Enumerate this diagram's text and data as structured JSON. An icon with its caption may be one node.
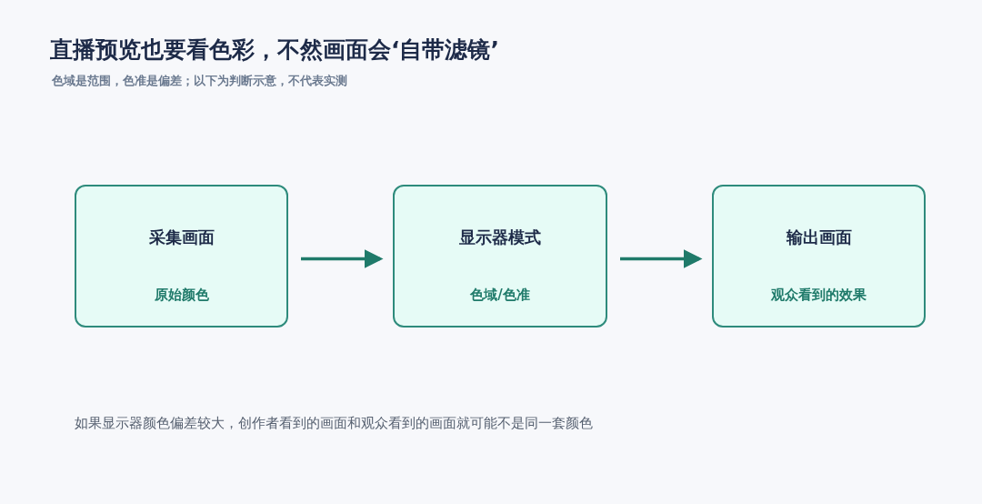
{
  "diagram": {
    "title": "直播预览也要看色彩，不然画面会‘自带滤镜’",
    "nodes": [
      {
        "text": [
          "采集画面",
          "原始颜色"
        ]
      },
      {
        "text": [
          "显示器模式",
          "色域/色准"
        ]
      },
      {
        "text": [
          "输出画面",
          "观众看到的效果"
        ]
      }
    ],
    "edges": [
      {
        "from": 0,
        "to": 1,
        "arrow": "to"
      },
      {
        "from": 1,
        "to": 2,
        "arrow": "to"
      }
    ],
    "labels": [
      "色域是范围，色准是偏差；以下为判断示意，不代表实测",
      "如果显示器颜色偏差较大，创作者看到的画面和观众看到的画面就可能不是同一套颜色"
    ]
  }
}
